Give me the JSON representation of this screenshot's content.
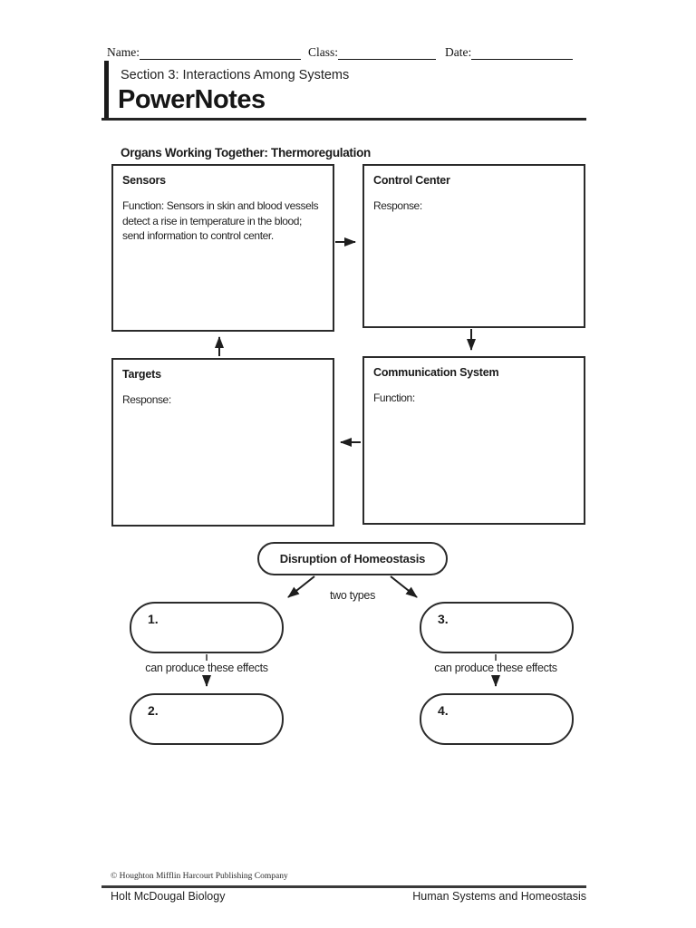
{
  "colors": {
    "ink": "#1f1f1f",
    "background": "#ffffff"
  },
  "header": {
    "name_label": "Name:",
    "class_label": "Class:",
    "date_label": "Date:",
    "section_title": "Section 3: Interactions Among Systems",
    "page_title": "PowerNotes"
  },
  "diagram": {
    "heading": "Organs Working Together: Thermoregulation",
    "boxes": [
      {
        "title": "Sensors",
        "body": "Function: Sensors in skin and blood vessels detect a rise in temperature in the blood; send information to control center."
      },
      {
        "title": "Control Center",
        "body": "Response:"
      },
      {
        "title": "Targets",
        "body": "Response:"
      },
      {
        "title": "Communication System",
        "body": "Function:"
      }
    ]
  },
  "flowchart": {
    "root_label": "Disruption of Homeostasis",
    "branch_label": "two types",
    "left": {
      "top_number": "1.",
      "effect_label": "can produce these effects",
      "bottom_number": "2."
    },
    "right": {
      "top_number": "3.",
      "effect_label": "can produce these effects",
      "bottom_number": "4."
    }
  },
  "footer": {
    "copyright": "© Houghton Mifflin Harcourt Publishing Company",
    "book_title": "Holt McDougal Biology",
    "chapter_title": "Human Systems and Homeostasis"
  }
}
